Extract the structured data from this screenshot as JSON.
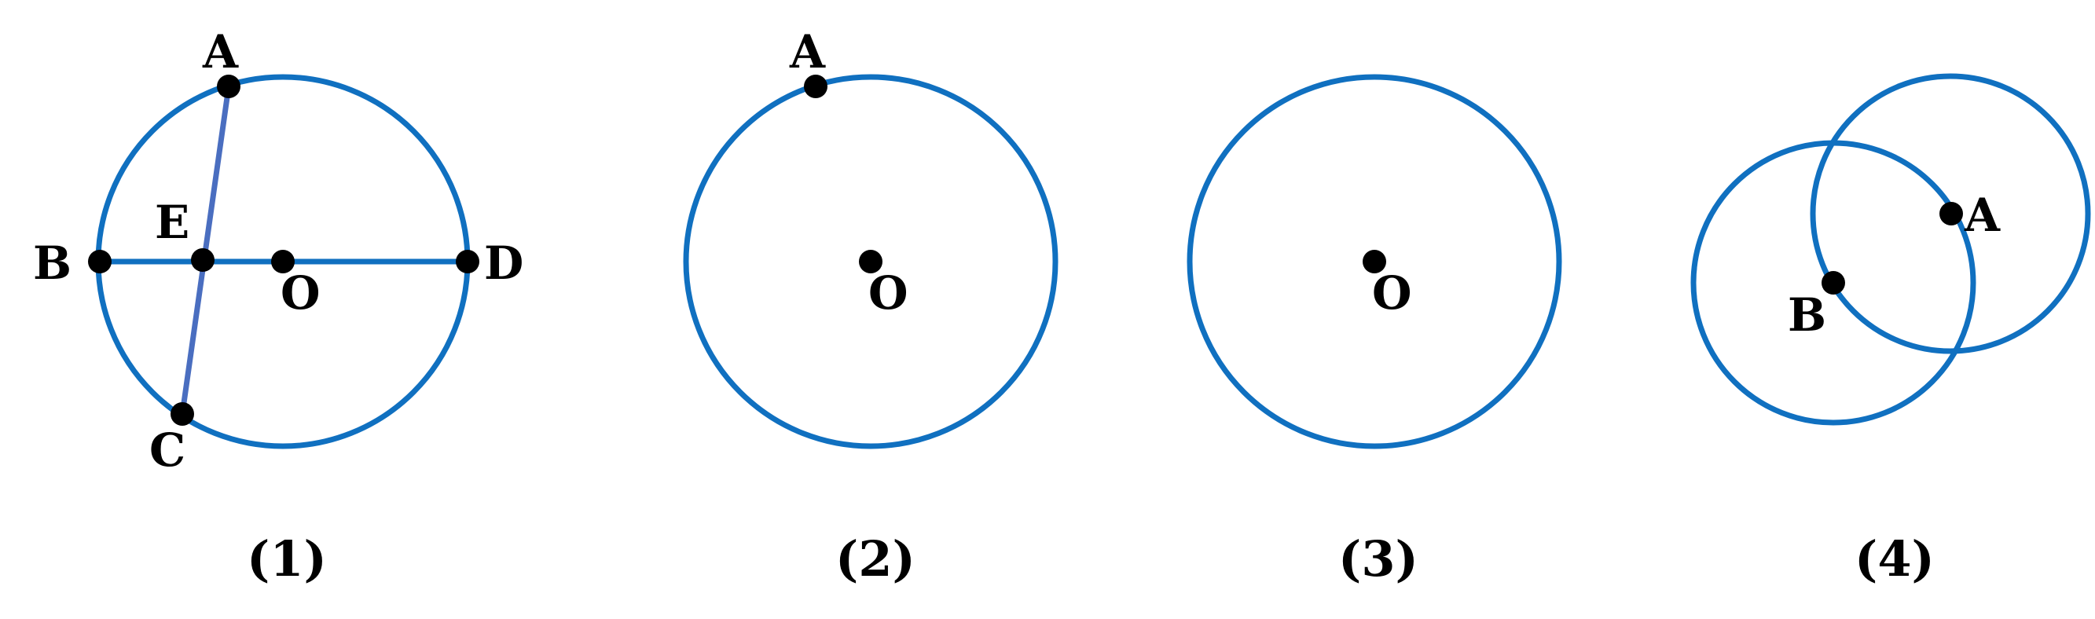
{
  "colors": {
    "circle": "#1070c0",
    "chord": "#4a6ec0",
    "point": "#000000"
  },
  "figures": [
    {
      "caption": "(1)",
      "labels": {
        "A": "A",
        "B": "B",
        "C": "C",
        "D": "D",
        "E": "E",
        "O": "O"
      }
    },
    {
      "caption": "(2)",
      "labels": {
        "A": "A",
        "O": "O"
      }
    },
    {
      "caption": "(3)",
      "labels": {
        "O": "O"
      }
    },
    {
      "caption": "(4)",
      "labels": {
        "A": "A",
        "B": "B"
      }
    }
  ]
}
